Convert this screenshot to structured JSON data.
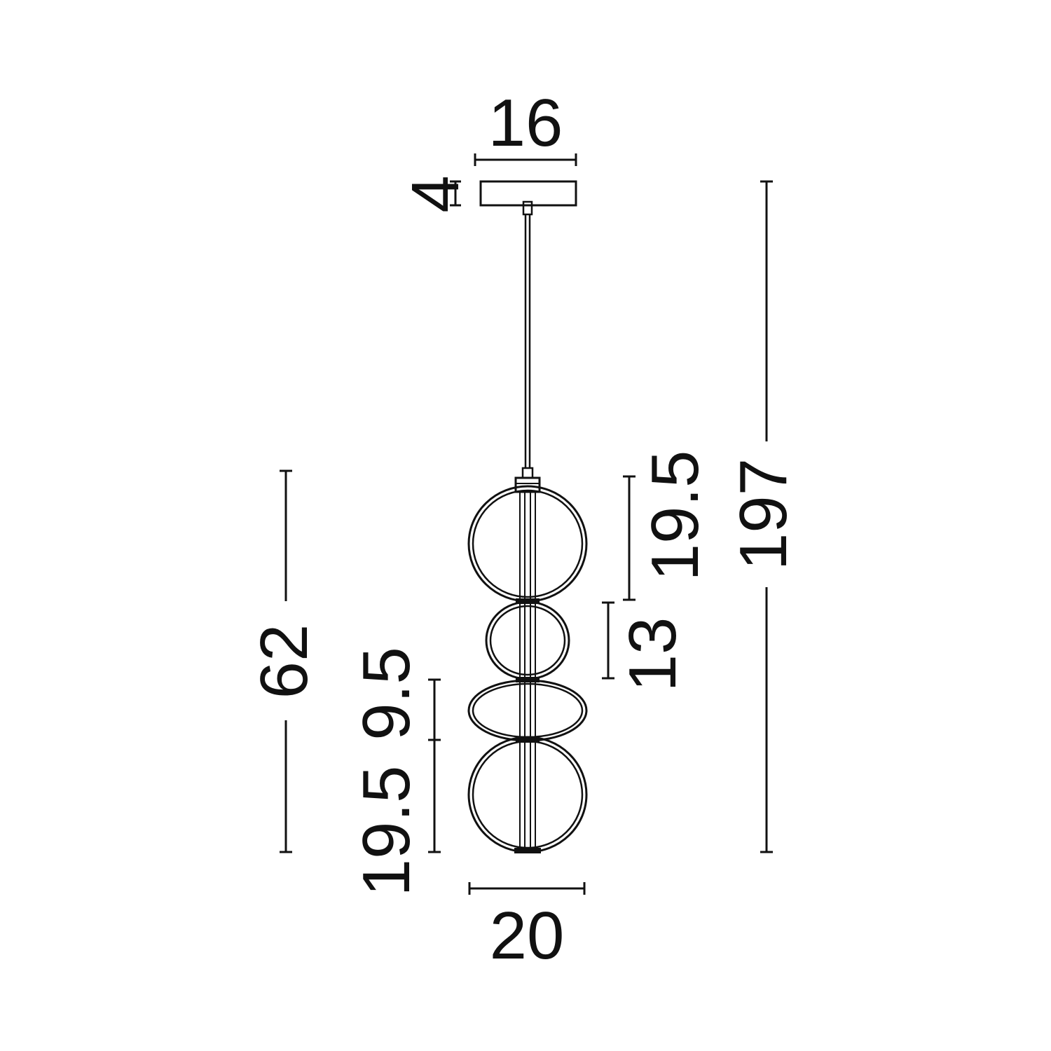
{
  "dimensions": {
    "canopy_width": "16",
    "canopy_height": "4",
    "total_height": "197",
    "body_height": "62",
    "top_globe_height": "19.5",
    "middle_globe_height": "13",
    "flat_ring_height": "9.5",
    "bottom_globe_height": "19.5",
    "body_width": "20"
  },
  "colors": {
    "line": "#111111",
    "background": "#ffffff"
  }
}
